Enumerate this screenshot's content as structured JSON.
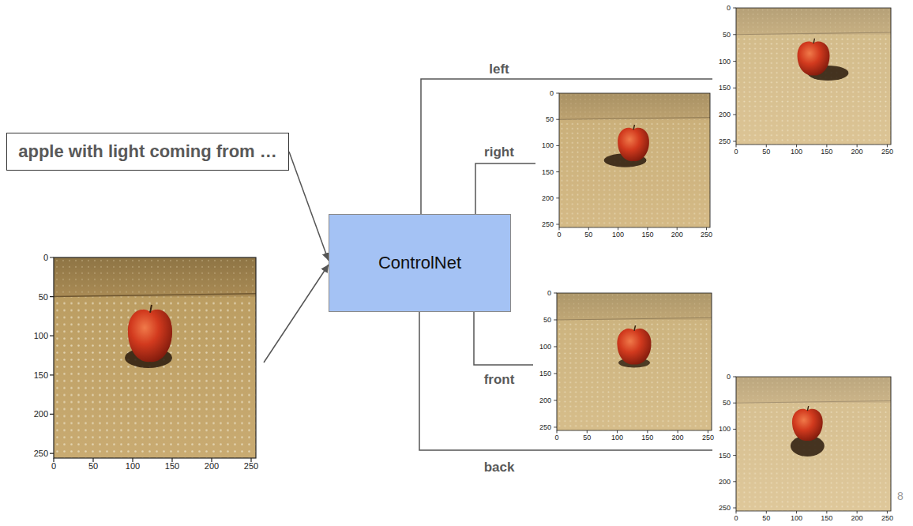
{
  "diagram": {
    "nodes": [
      {
        "text": [
          "apple with light coming from …"
        ]
      },
      {
        "text": [
          "0",
          "50",
          "100",
          "150",
          "200",
          "250",
          "0",
          "50",
          "100",
          "150",
          "200",
          "250"
        ]
      },
      {
        "text": [
          "ControlNet"
        ]
      },
      {
        "text": [
          "0",
          "50",
          "100",
          "150",
          "200",
          "250",
          "0",
          "50",
          "100",
          "150",
          "200",
          "250"
        ]
      },
      {
        "text": [
          "0",
          "50",
          "100",
          "150",
          "200",
          "250",
          "0",
          "50",
          "100",
          "150",
          "200",
          "250"
        ]
      },
      {
        "text": [
          "0",
          "50",
          "100",
          "150",
          "200",
          "250",
          "0",
          "50",
          "100",
          "150",
          "200",
          "250"
        ]
      },
      {
        "text": [
          "0",
          "50",
          "100",
          "150",
          "200",
          "250",
          "0",
          "50",
          "100",
          "150",
          "200",
          "250"
        ]
      }
    ],
    "edges": [
      {
        "from": 0,
        "to": 2,
        "arrow": "to"
      },
      {
        "from": 1,
        "to": 2,
        "arrow": "to"
      },
      {
        "from": 2,
        "to": 3,
        "label": "left",
        "arrow": "none"
      },
      {
        "from": 2,
        "to": 4,
        "label": "right",
        "arrow": "none"
      },
      {
        "from": 2,
        "to": 5,
        "label": "front",
        "arrow": "none"
      },
      {
        "from": 2,
        "to": 6,
        "label": "back",
        "arrow": "none"
      }
    ],
    "labels": [
      "8"
    ]
  }
}
